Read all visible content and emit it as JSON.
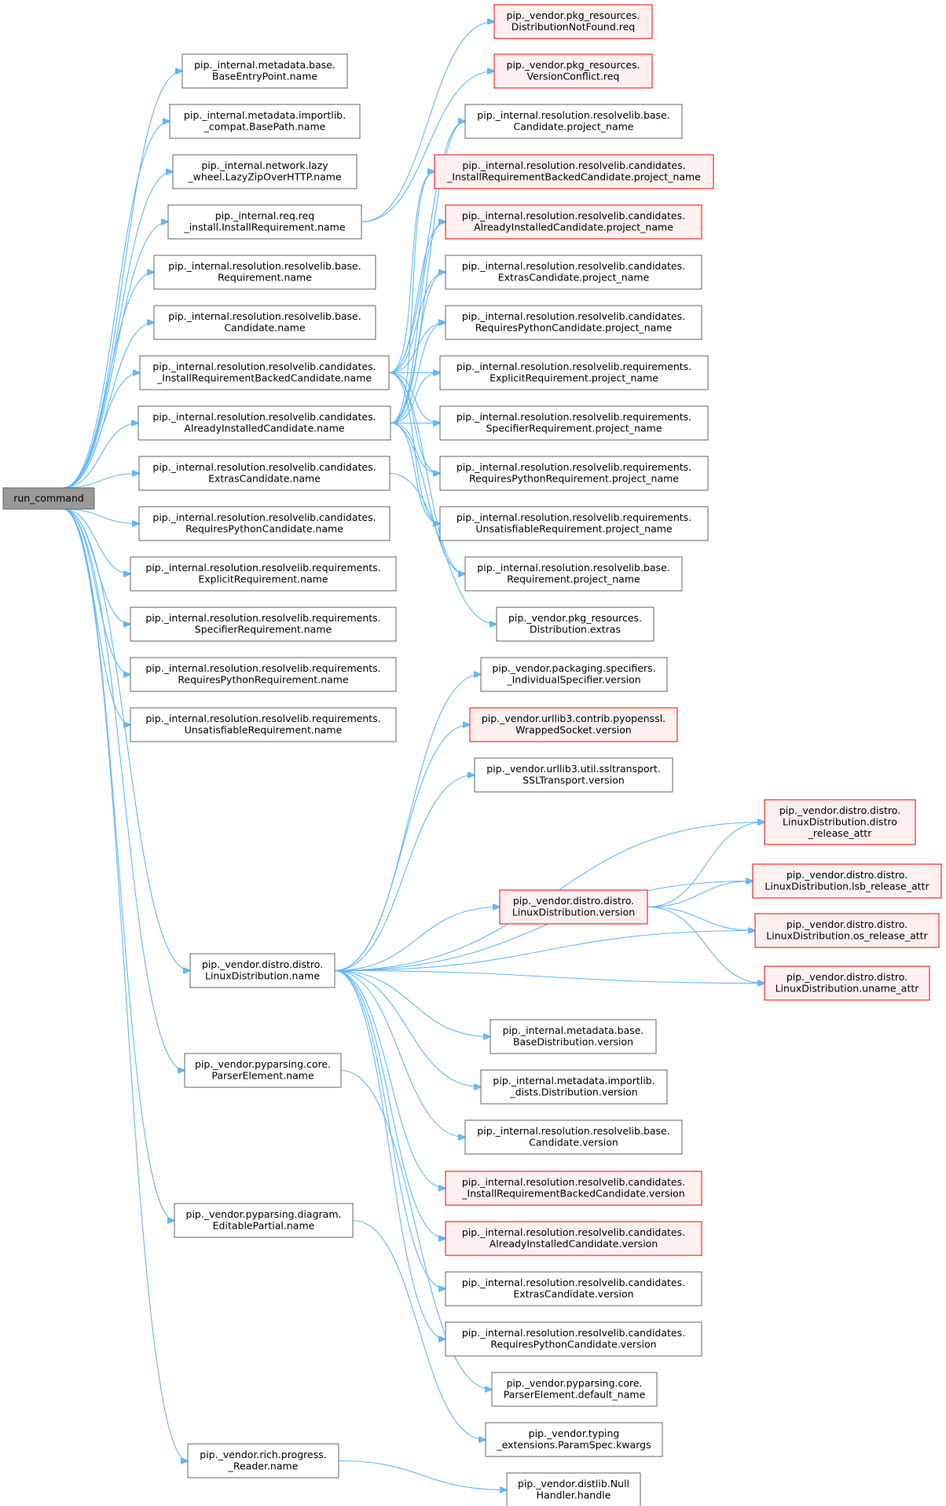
{
  "colors": {
    "edge": "#63b8ff",
    "node_border": "#666666",
    "node_fill": "#ffffff",
    "red_border": "#ff0000",
    "red_fill": "#fff0f0",
    "root_fill": "#999999"
  },
  "nodes": [
    {
      "id": "root",
      "lines": [
        "run_command"
      ],
      "style": "root"
    },
    {
      "id": "n1",
      "lines": [
        "pip._internal.metadata.base.",
        "BaseEntryPoint.name"
      ],
      "style": "plain"
    },
    {
      "id": "n2",
      "lines": [
        "pip._internal.metadata.importlib.",
        "_compat.BasePath.name"
      ],
      "style": "plain"
    },
    {
      "id": "n3",
      "lines": [
        "pip._internal.network.lazy",
        "_wheel.LazyZipOverHTTP.name"
      ],
      "style": "plain"
    },
    {
      "id": "n4",
      "lines": [
        "pip._internal.req.req",
        "_install.InstallRequirement.name"
      ],
      "style": "plain"
    },
    {
      "id": "n5",
      "lines": [
        "pip._internal.resolution.resolvelib.base.",
        "Requirement.name"
      ],
      "style": "plain"
    },
    {
      "id": "n6",
      "lines": [
        "pip._internal.resolution.resolvelib.base.",
        "Candidate.name"
      ],
      "style": "plain"
    },
    {
      "id": "n7",
      "lines": [
        "pip._internal.resolution.resolvelib.candidates.",
        "_InstallRequirementBackedCandidate.name"
      ],
      "style": "plain"
    },
    {
      "id": "n8",
      "lines": [
        "pip._internal.resolution.resolvelib.candidates.",
        "AlreadyInstalledCandidate.name"
      ],
      "style": "plain"
    },
    {
      "id": "n9",
      "lines": [
        "pip._internal.resolution.resolvelib.candidates.",
        "ExtrasCandidate.name"
      ],
      "style": "plain"
    },
    {
      "id": "n10",
      "lines": [
        "pip._internal.resolution.resolvelib.candidates.",
        "RequiresPythonCandidate.name"
      ],
      "style": "plain"
    },
    {
      "id": "n11",
      "lines": [
        "pip._internal.resolution.resolvelib.requirements.",
        "ExplicitRequirement.name"
      ],
      "style": "plain"
    },
    {
      "id": "n12",
      "lines": [
        "pip._internal.resolution.resolvelib.requirements.",
        "SpecifierRequirement.name"
      ],
      "style": "plain"
    },
    {
      "id": "n13",
      "lines": [
        "pip._internal.resolution.resolvelib.requirements.",
        "RequiresPythonRequirement.name"
      ],
      "style": "plain"
    },
    {
      "id": "n14",
      "lines": [
        "pip._internal.resolution.resolvelib.requirements.",
        "UnsatisfiableRequirement.name"
      ],
      "style": "plain"
    },
    {
      "id": "n15",
      "lines": [
        "pip._vendor.distro.distro.",
        "LinuxDistribution.name"
      ],
      "style": "plain"
    },
    {
      "id": "n16",
      "lines": [
        "pip._vendor.pyparsing.core.",
        "ParserElement.name"
      ],
      "style": "plain"
    },
    {
      "id": "n17",
      "lines": [
        "pip._vendor.pyparsing.diagram.",
        "EditablePartial.name"
      ],
      "style": "plain"
    },
    {
      "id": "n18",
      "lines": [
        "pip._vendor.rich.progress.",
        "_Reader.name"
      ],
      "style": "plain"
    },
    {
      "id": "m1",
      "lines": [
        "pip._vendor.pkg_resources.",
        "DistributionNotFound.req"
      ],
      "style": "red"
    },
    {
      "id": "m2",
      "lines": [
        "pip._vendor.pkg_resources.",
        "VersionConflict.req"
      ],
      "style": "red"
    },
    {
      "id": "m3",
      "lines": [
        "pip._internal.resolution.resolvelib.base.",
        "Candidate.project_name"
      ],
      "style": "plain"
    },
    {
      "id": "m4",
      "lines": [
        "pip._internal.resolution.resolvelib.candidates.",
        "_InstallRequirementBackedCandidate.project_name"
      ],
      "style": "red"
    },
    {
      "id": "m5",
      "lines": [
        "pip._internal.resolution.resolvelib.candidates.",
        "AlreadyInstalledCandidate.project_name"
      ],
      "style": "red"
    },
    {
      "id": "m6",
      "lines": [
        "pip._internal.resolution.resolvelib.candidates.",
        "ExtrasCandidate.project_name"
      ],
      "style": "plain"
    },
    {
      "id": "m7",
      "lines": [
        "pip._internal.resolution.resolvelib.candidates.",
        "RequiresPythonCandidate.project_name"
      ],
      "style": "plain"
    },
    {
      "id": "m8",
      "lines": [
        "pip._internal.resolution.resolvelib.requirements.",
        "ExplicitRequirement.project_name"
      ],
      "style": "plain"
    },
    {
      "id": "m9",
      "lines": [
        "pip._internal.resolution.resolvelib.requirements.",
        "SpecifierRequirement.project_name"
      ],
      "style": "plain"
    },
    {
      "id": "m10",
      "lines": [
        "pip._internal.resolution.resolvelib.requirements.",
        "RequiresPythonRequirement.project_name"
      ],
      "style": "plain"
    },
    {
      "id": "m11",
      "lines": [
        "pip._internal.resolution.resolvelib.requirements.",
        "UnsatisfiableRequirement.project_name"
      ],
      "style": "plain"
    },
    {
      "id": "m12",
      "lines": [
        "pip._internal.resolution.resolvelib.base.",
        "Requirement.project_name"
      ],
      "style": "plain"
    },
    {
      "id": "m13",
      "lines": [
        "pip._vendor.pkg_resources.",
        "Distribution.extras"
      ],
      "style": "plain"
    },
    {
      "id": "v1",
      "lines": [
        "pip._vendor.packaging.specifiers.",
        "_IndividualSpecifier.version"
      ],
      "style": "plain"
    },
    {
      "id": "v2",
      "lines": [
        "pip._vendor.urllib3.contrib.pyopenssl.",
        "WrappedSocket.version"
      ],
      "style": "red"
    },
    {
      "id": "v3",
      "lines": [
        "pip._vendor.urllib3.util.ssltransport.",
        "SSLTransport.version"
      ],
      "style": "plain"
    },
    {
      "id": "v4",
      "lines": [
        "pip._vendor.distro.distro.",
        "LinuxDistribution.version"
      ],
      "style": "red"
    },
    {
      "id": "d1",
      "lines": [
        "pip._vendor.distro.distro.",
        "LinuxDistribution.distro",
        "_release_attr"
      ],
      "style": "red"
    },
    {
      "id": "d2",
      "lines": [
        "pip._vendor.distro.distro.",
        "LinuxDistribution.lsb_release_attr"
      ],
      "style": "red"
    },
    {
      "id": "d3",
      "lines": [
        "pip._vendor.distro.distro.",
        "LinuxDistribution.os_release_attr"
      ],
      "style": "red"
    },
    {
      "id": "d4",
      "lines": [
        "pip._vendor.distro.distro.",
        "LinuxDistribution.uname_attr"
      ],
      "style": "red"
    },
    {
      "id": "v5",
      "lines": [
        "pip._internal.metadata.base.",
        "BaseDistribution.version"
      ],
      "style": "plain"
    },
    {
      "id": "v6",
      "lines": [
        "pip._internal.metadata.importlib.",
        "_dists.Distribution.version"
      ],
      "style": "plain"
    },
    {
      "id": "v7",
      "lines": [
        "pip._internal.resolution.resolvelib.base.",
        "Candidate.version"
      ],
      "style": "plain"
    },
    {
      "id": "v8",
      "lines": [
        "pip._internal.resolution.resolvelib.candidates.",
        "_InstallRequirementBackedCandidate.version"
      ],
      "style": "red"
    },
    {
      "id": "v9",
      "lines": [
        "pip._internal.resolution.resolvelib.candidates.",
        "AlreadyInstalledCandidate.version"
      ],
      "style": "red"
    },
    {
      "id": "v10",
      "lines": [
        "pip._internal.resolution.resolvelib.candidates.",
        "ExtrasCandidate.version"
      ],
      "style": "plain"
    },
    {
      "id": "v11",
      "lines": [
        "pip._internal.resolution.resolvelib.candidates.",
        "RequiresPythonCandidate.version"
      ],
      "style": "plain"
    },
    {
      "id": "p1",
      "lines": [
        "pip._vendor.pyparsing.core.",
        "ParserElement.default_name"
      ],
      "style": "plain"
    },
    {
      "id": "p2",
      "lines": [
        "pip._vendor.typing",
        "_extensions.ParamSpec.kwargs"
      ],
      "style": "plain"
    },
    {
      "id": "h1",
      "lines": [
        "pip._vendor.distlib.Null",
        "Handler.handle"
      ],
      "style": "plain"
    }
  ],
  "edges": [
    [
      "root",
      "n1"
    ],
    [
      "root",
      "n2"
    ],
    [
      "root",
      "n3"
    ],
    [
      "root",
      "n4"
    ],
    [
      "root",
      "n5"
    ],
    [
      "root",
      "n6"
    ],
    [
      "root",
      "n7"
    ],
    [
      "root",
      "n8"
    ],
    [
      "root",
      "n9"
    ],
    [
      "root",
      "n10"
    ],
    [
      "root",
      "n11"
    ],
    [
      "root",
      "n12"
    ],
    [
      "root",
      "n13"
    ],
    [
      "root",
      "n14"
    ],
    [
      "root",
      "n15"
    ],
    [
      "root",
      "n16"
    ],
    [
      "root",
      "n17"
    ],
    [
      "root",
      "n18"
    ],
    [
      "n4",
      "m1"
    ],
    [
      "n4",
      "m2"
    ],
    [
      "n7",
      "m3"
    ],
    [
      "n7",
      "m4"
    ],
    [
      "n7",
      "m5"
    ],
    [
      "n7",
      "m6"
    ],
    [
      "n7",
      "m7"
    ],
    [
      "n7",
      "m8"
    ],
    [
      "n7",
      "m9"
    ],
    [
      "n7",
      "m10"
    ],
    [
      "n7",
      "m11"
    ],
    [
      "n7",
      "m12"
    ],
    [
      "n8",
      "m3"
    ],
    [
      "n8",
      "m4"
    ],
    [
      "n8",
      "m5"
    ],
    [
      "n8",
      "m6"
    ],
    [
      "n8",
      "m7"
    ],
    [
      "n8",
      "m8"
    ],
    [
      "n8",
      "m9"
    ],
    [
      "n8",
      "m10"
    ],
    [
      "n8",
      "m11"
    ],
    [
      "n8",
      "m12"
    ],
    [
      "n9",
      "m13"
    ],
    [
      "n15",
      "v1"
    ],
    [
      "n15",
      "v2"
    ],
    [
      "n15",
      "v3"
    ],
    [
      "n15",
      "v4"
    ],
    [
      "n15",
      "d1"
    ],
    [
      "n15",
      "d2"
    ],
    [
      "n15",
      "d3"
    ],
    [
      "n15",
      "d4"
    ],
    [
      "n15",
      "v5"
    ],
    [
      "n15",
      "v6"
    ],
    [
      "n15",
      "v7"
    ],
    [
      "n15",
      "v8"
    ],
    [
      "n15",
      "v9"
    ],
    [
      "n15",
      "v10"
    ],
    [
      "n15",
      "v11"
    ],
    [
      "v4",
      "d1"
    ],
    [
      "v4",
      "d2"
    ],
    [
      "v4",
      "d3"
    ],
    [
      "v4",
      "d4"
    ],
    [
      "n16",
      "p1"
    ],
    [
      "n17",
      "p2"
    ],
    [
      "n18",
      "h1"
    ]
  ]
}
